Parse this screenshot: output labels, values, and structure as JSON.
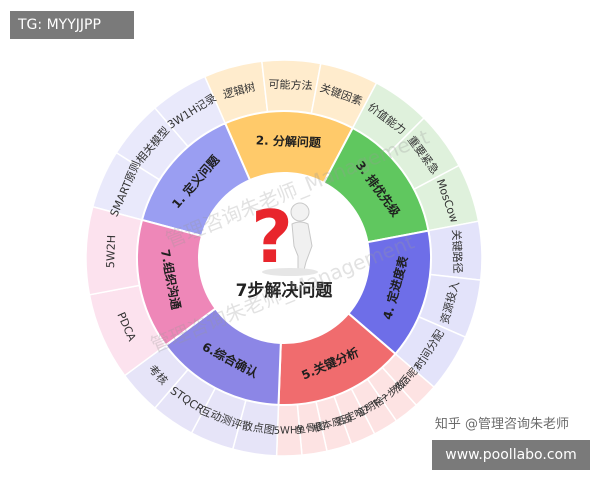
{
  "tag_label": "TG: MYYJJPP",
  "site_label": "www.poollabo.com",
  "credit": "知乎 @管理咨询朱老师",
  "watermark": "管理咨询朱老师_Management",
  "center_title": "7步解决问题",
  "icon": "red-question-mark-thinking-figure-icon",
  "colors": {
    "step1": "#9a9ef2",
    "step2": "#ffca6a",
    "step3": "#60c75f",
    "step4": "#6e6ee8",
    "step5": "#f06c6e",
    "step6": "#8c86e6",
    "step7": "#ee87b8",
    "question_mark": "#e8252c"
  },
  "steps": [
    {
      "label": "1. 定义问题",
      "tools": [
        "SMART原则",
        "相关模型",
        "3W1H记录"
      ]
    },
    {
      "label": "2. 分解问题",
      "tools": [
        "逻辑树",
        "可能方法",
        "关键因素"
      ]
    },
    {
      "label": "3. 排优先级",
      "tools": [
        "价值能力",
        "重要紧急",
        "MosCow"
      ]
    },
    {
      "label": "4. 定进度表",
      "tools": [
        "关键路径",
        "资源投入",
        "时间分配"
      ]
    },
    {
      "label": "5.关键分析",
      "tools": [
        "然后呢?",
        "下一步做?",
        "证明啥?",
        "否定啥?",
        "根本原因",
        "鱼骨图",
        "5WHY"
      ]
    },
    {
      "label": "6.综合确认",
      "tools": [
        "散点图",
        "互动测评",
        "STQCR",
        "考核"
      ]
    },
    {
      "label": "7.组织沟通",
      "tools": [
        "PDCA",
        "5W2H"
      ]
    }
  ]
}
